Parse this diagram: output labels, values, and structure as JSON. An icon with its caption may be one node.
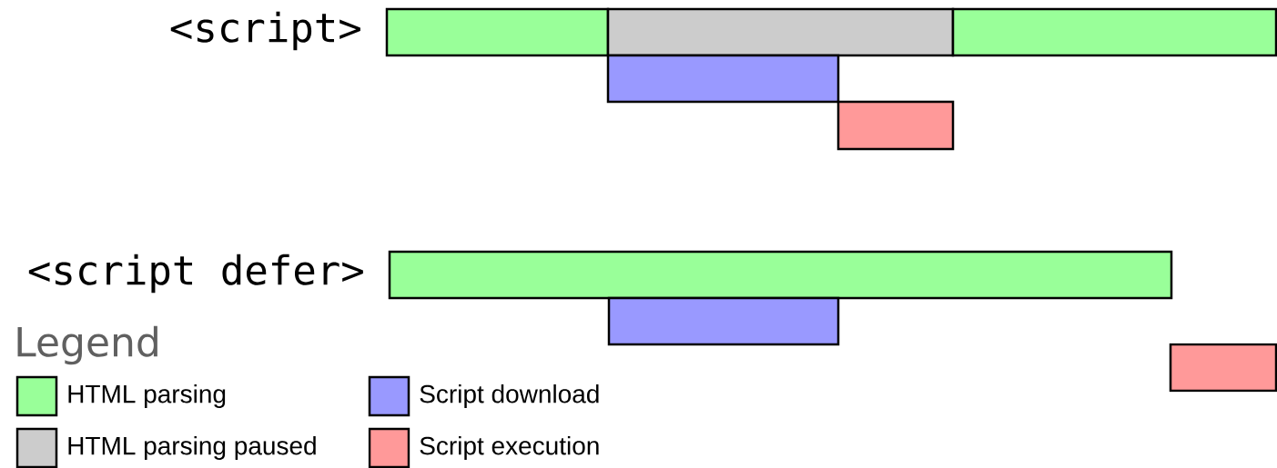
{
  "diagram": {
    "nodes": [
      {
        "text": [],
        "shape": "bar",
        "beside": [
          "<script>"
        ]
      },
      {
        "text": [],
        "shape": "bar"
      },
      {
        "text": [],
        "shape": "bar"
      },
      {
        "text": [],
        "shape": "bar"
      },
      {
        "text": [],
        "shape": "bar"
      },
      {
        "text": [],
        "shape": "bar",
        "beside": [
          "<script defer>"
        ]
      },
      {
        "text": [],
        "shape": "bar"
      },
      {
        "text": [],
        "shape": "bar"
      }
    ],
    "labels": [
      "Legend"
    ],
    "legend": [
      {
        "text": "HTML parsing",
        "color": "#99ff99"
      },
      {
        "text": "HTML parsing paused",
        "color": "#cccccc"
      },
      {
        "text": "Script download",
        "color": "#9999ff"
      },
      {
        "text": "Script execution",
        "color": "#ff9999"
      }
    ]
  }
}
